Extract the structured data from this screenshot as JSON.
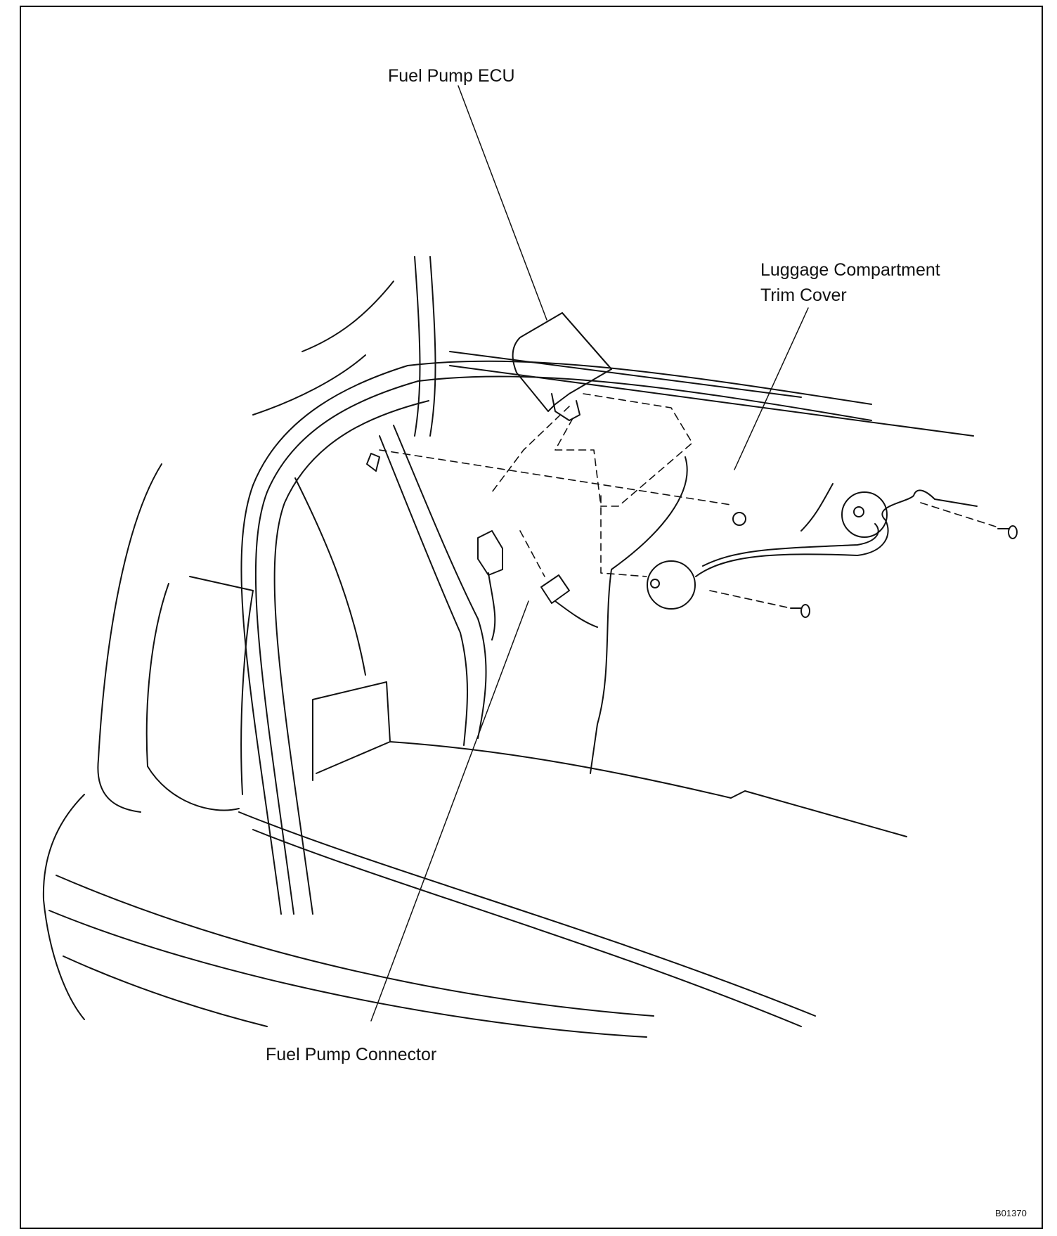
{
  "labels": {
    "ecu": "Fuel Pump ECU",
    "trim_line1": "Luggage Compartment",
    "trim_line2": "Trim Cover",
    "connector": "Fuel Pump Connector"
  },
  "figure_code": "B01370",
  "colors": {
    "line": "#111111",
    "background": "#ffffff"
  }
}
